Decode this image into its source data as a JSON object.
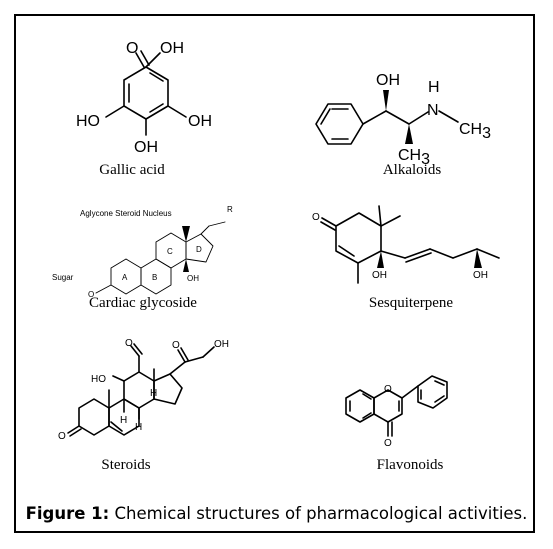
{
  "figure": {
    "caption_label": "Figure 1:",
    "caption_text": " Chemical structures of pharmacological activities."
  },
  "compounds": [
    {
      "name": "Gallic acid",
      "labels": {
        "carbonyl_o": "O",
        "acid_oh": "OH",
        "ho_left": "HO",
        "oh_right": "OH",
        "oh_bottom": "OH"
      }
    },
    {
      "name": "Alkaloids",
      "labels": {
        "oh": "OH",
        "h": "H",
        "n": "N",
        "ch3_n": "CH",
        "ch3_n_sub": "3",
        "ch3": "CH",
        "ch3_sub": "3"
      }
    },
    {
      "name": "Cardiac glycoside",
      "labels": {
        "nucleus": "Aglycone Steroid Nucleus",
        "r": "R",
        "sugar": "Sugar",
        "o": "O",
        "ring_a": "A",
        "ring_b": "B",
        "ring_c": "C",
        "ring_d": "D",
        "oh": "OH"
      }
    },
    {
      "name": "Sesquiterpene",
      "labels": {
        "o": "O",
        "oh_ring": "OH",
        "oh_chain": "OH"
      }
    },
    {
      "name": "Steroids",
      "labels": {
        "ho": "HO",
        "o_ald": "O",
        "o_keto": "O",
        "oh": "OH",
        "h1": "H",
        "h2": "H",
        "h3": "H",
        "o_ring": "O"
      }
    },
    {
      "name": "Flavonoids",
      "labels": {
        "o_ring": "O",
        "o_keto": "O"
      }
    }
  ]
}
